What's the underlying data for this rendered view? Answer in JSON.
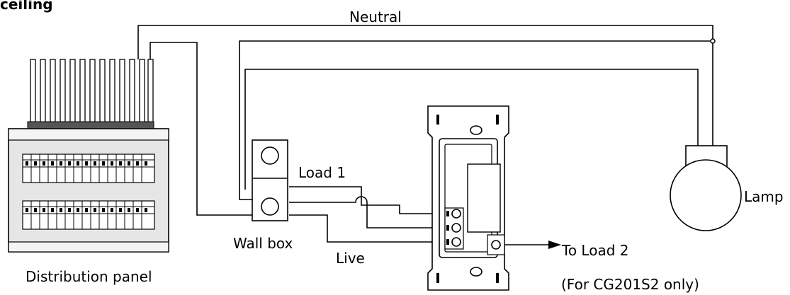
{
  "labels": {
    "ceiling": "ceiling",
    "neutral": "Neutral",
    "load1": "Load 1",
    "live": "Live",
    "wall_box": "Wall box",
    "distribution_panel": "Distribution panel",
    "lamp": "Lamp",
    "to_load2": "To Load 2",
    "note": "(For CG201S2 only)"
  }
}
